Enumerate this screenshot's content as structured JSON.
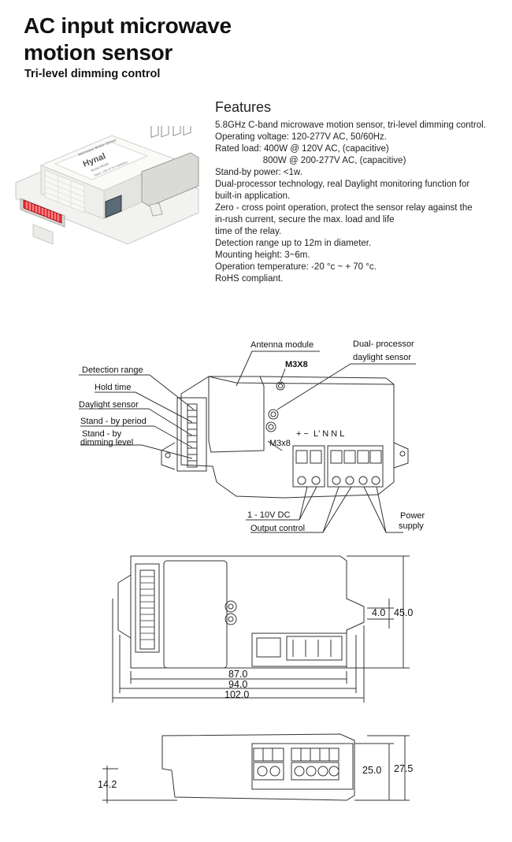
{
  "header": {
    "title_line1": "AC input microwave",
    "title_line2": "motion sensor",
    "subtitle": "Tri-level dimming control"
  },
  "photo": {
    "label_brand": "Hynal",
    "label_line1": "Microwave Motion Sensor",
    "label_line2": "Model:HE005",
    "label_line3": "Input: 120-277V~50/60Hz"
  },
  "features": {
    "heading": "Features",
    "lines": [
      "5.8GHz C-band microwave motion sensor, tri-level dimming control.",
      "Operating voltage: 120-277V AC, 50/60Hz.",
      "Rated load: 400W @ 120V AC, (capacitive)",
      "                   800W @ 200-277V AC, (capacitive)",
      "Stand-by power: <1w.",
      "Dual-processor technology, real Daylight monitoring function for",
      "built-in application.",
      "Zero - cross point operation, protect the sensor relay against the",
      "in-rush current, secure the max. load and life",
      "time of the relay.",
      "Detection range up to 12m in diameter.",
      "Mounting height: 3~6m.",
      "Operation temperature: -20 °c ~ + 70 °c.",
      "RoHS compliant."
    ]
  },
  "wiring_diagram": {
    "antenna_module": "Antenna module",
    "dual_processor": "Dual- processor",
    "daylight_sensor_top": "daylight sensor",
    "m3x8_top": "M3X8",
    "m3x8_side": "M3x8",
    "detection_range": "Detection range",
    "hold_time": "Hold time",
    "daylight_sensor": "Daylight sensor",
    "standby_period": "Stand - by period",
    "standby_dimming_1": "Stand - by",
    "standby_dimming_2": "dimming level",
    "terminals": "+ −  L' N N L",
    "dc_output": "1 - 10V DC",
    "output_control": "Output control",
    "power_supply_1": "Power",
    "power_supply_2": "supply"
  },
  "dimensions_top": {
    "d1": "4.0",
    "d2": "45.0",
    "w1": "87.0",
    "w2": "94.0",
    "w3": "102.0"
  },
  "dimensions_side": {
    "h1": "14.2",
    "h2": "25.0",
    "h3": "27.5"
  }
}
